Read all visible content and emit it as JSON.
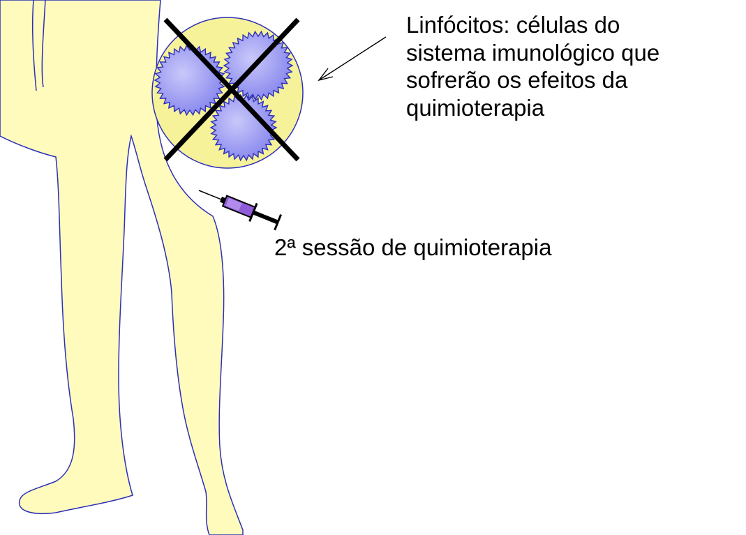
{
  "labels": {
    "lymphocytes": {
      "lines": [
        "Linfócitos: células do",
        "sistema imunológico que",
        "sofrerão os efeitos da",
        "quimioterapia"
      ]
    },
    "chemo_session": "2ª sessão de quimioterapia"
  },
  "colors": {
    "skin": "#FFFBBC",
    "outline": "#2B2FB8",
    "circle_fill": "#F6F29A",
    "cell_fill": "#9D9CF3",
    "cross": "#000000",
    "syringe_fluid": "#8F5BD9"
  },
  "icons": {
    "syringe": "syringe-icon",
    "cross": "cross-mark-icon",
    "arrow": "arrow-pointer"
  }
}
